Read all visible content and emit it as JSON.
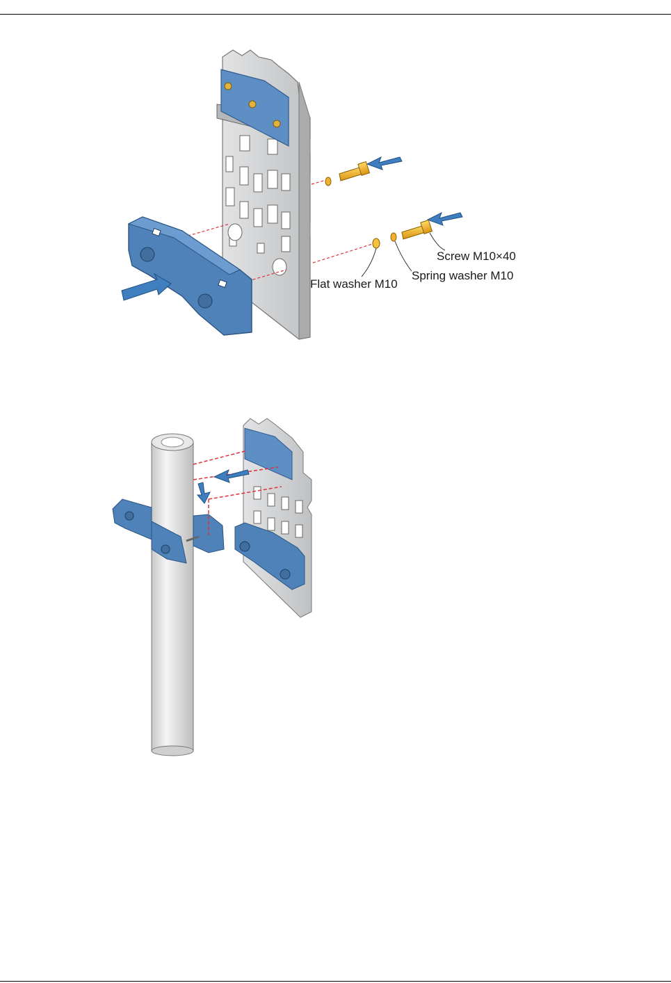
{
  "figure1": {
    "labels": {
      "screw": "Screw M10×40",
      "spring_washer": "Spring washer M10",
      "flat_washer": "Flat washer M10"
    }
  },
  "colors": {
    "bracket_blue": "#4f82b8",
    "arrow_blue": "#3f7fc0",
    "plate_gray": "#cfd1d3",
    "screw_gold": "#f2b630",
    "guide_red": "#e0303a",
    "pole_gray": "#dcdcdc"
  }
}
